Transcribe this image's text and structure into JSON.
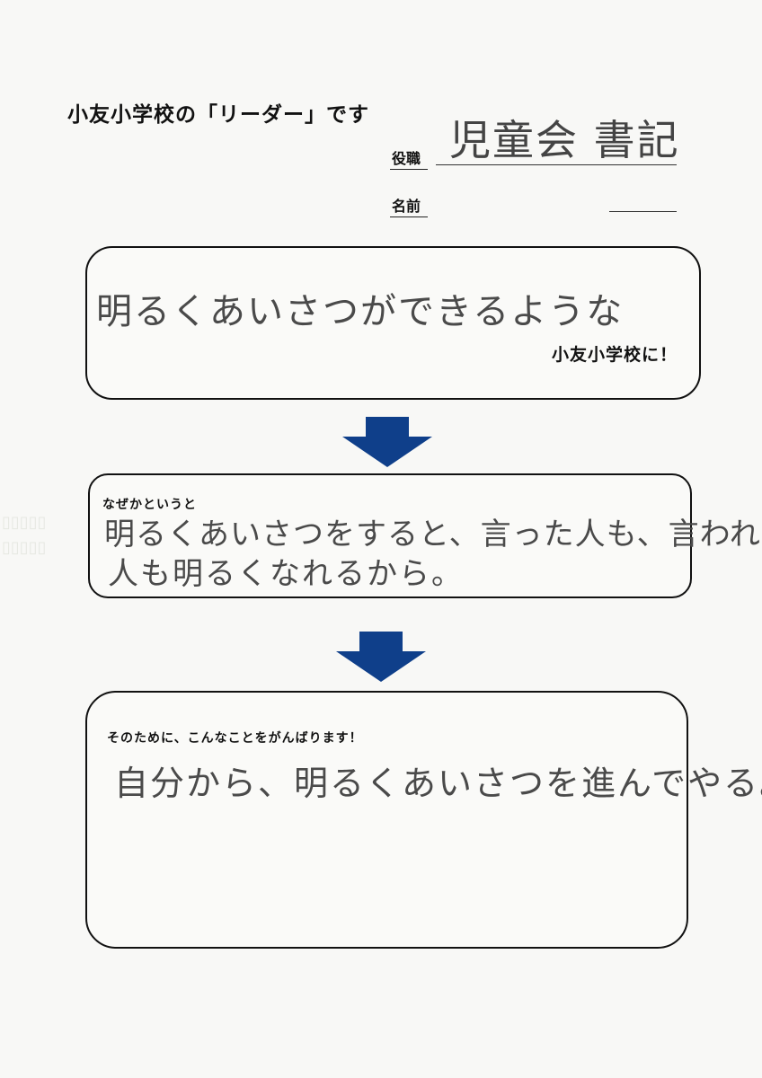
{
  "header": {
    "title": "小友小学校の「リーダー」です",
    "role_label": "役職",
    "role_value": "児童会 書記",
    "name_label": "名前",
    "name_value": ""
  },
  "goal": {
    "handwritten": "明るくあいさつができるような",
    "printed": "小友小学校に！"
  },
  "reason": {
    "label": "なぜかというと",
    "handwritten_line1": "明るくあいさつをすると、言った人も、言われた",
    "handwritten_line2": "人も明るくなれるから。"
  },
  "plan": {
    "label": "そのために、こんなことをがんばります！",
    "handwritten": "自分から、明るくあいさつを進んでやる。"
  },
  "colors": {
    "arrow": "#0f3f8a",
    "border": "#111111",
    "handwriting": "#4a4a4a"
  }
}
